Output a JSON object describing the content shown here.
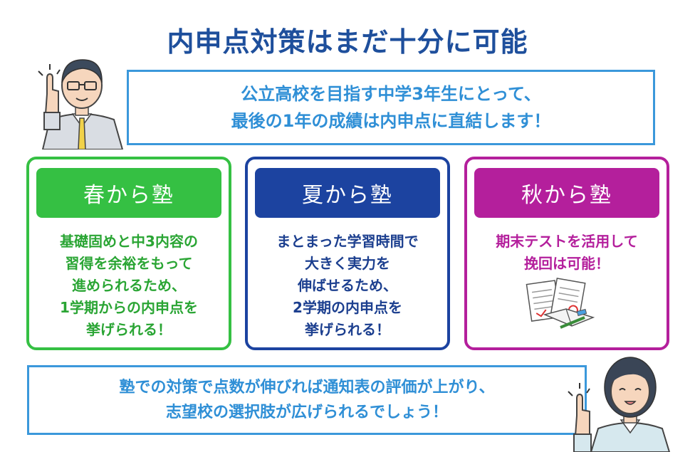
{
  "title": "内申点対策はまだ十分に可能",
  "intro": {
    "line1": "公立高校を目指す中学3年生にとって、",
    "line2": "最後の1年の成績は内申点に直結します！"
  },
  "cards": [
    {
      "label": "春から塾",
      "lines": [
        "基礎固めと中3内容の",
        "習得を余裕をもって",
        "進められるため、",
        "1学期からの内申点を",
        "挙げられる！"
      ]
    },
    {
      "label": "夏から塾",
      "lines": [
        "まとまった学習時間で",
        "大きく実力を",
        "伸ばせるため、",
        "2学期の内申点を",
        "挙げられる！"
      ]
    },
    {
      "label": "秋から塾",
      "lines": [
        "期末テストを活用して",
        "挽回は可能！"
      ]
    }
  ],
  "conclusion": {
    "line1": "塾での対策で点数が伸びれば通知表の評価が上がり、",
    "line2": "志望校の選択肢が広げられるでしょう！"
  },
  "colors": {
    "title": "#1e4f9c",
    "bubble_border": "#3b98db",
    "bubble_text": "#2f8fd6",
    "spring": "#35c043",
    "summer": "#1c43a0",
    "autumn": "#b41f9c"
  },
  "icons": [
    "male-teacher-illustration",
    "female-teacher-illustration",
    "test-papers-illustration"
  ]
}
